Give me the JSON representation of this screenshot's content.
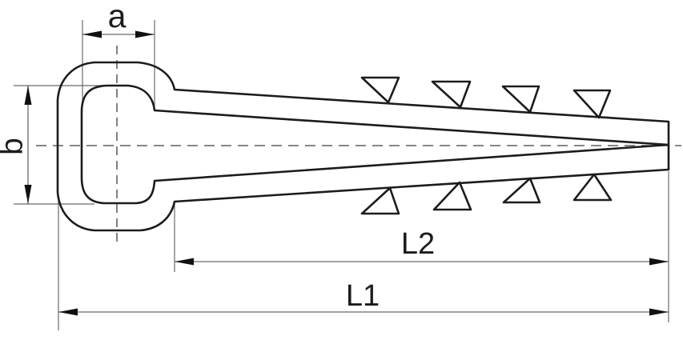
{
  "drawing_labels": {
    "width_dim": "a",
    "height_dim": "b",
    "leg_length_dim": "L2",
    "overall_length_dim": "L1"
  },
  "colors": {
    "outline": "#1c1c1c",
    "thin_line": "#6b6b6b",
    "centerline": "#3f3f3f",
    "arrow": "#111111",
    "label_text": "#1c1c1c",
    "background": "#ffffff"
  }
}
